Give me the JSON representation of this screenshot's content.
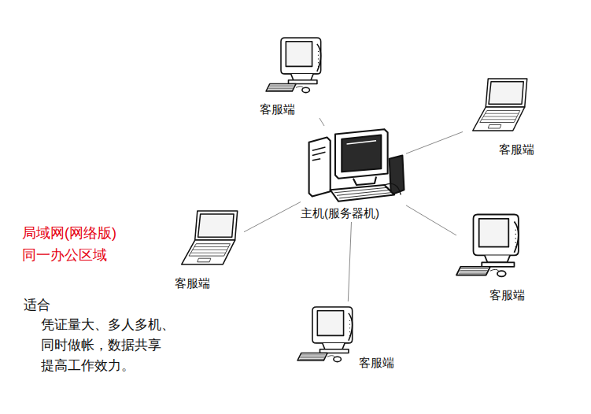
{
  "diagram": {
    "nodes": [
      {
        "text": [
          "客服端"
        ]
      },
      {
        "text": [
          "客服端"
        ]
      },
      {
        "text": [
          "主机(服务器机)"
        ]
      },
      {
        "text": [
          "客服端"
        ]
      },
      {
        "text": [
          "客服端"
        ]
      },
      {
        "text": [
          "客服端"
        ]
      }
    ],
    "edges": [
      {
        "from": 2,
        "to": 0,
        "arrow": "none"
      },
      {
        "from": 2,
        "to": 1,
        "arrow": "none"
      },
      {
        "from": 2,
        "to": 3,
        "arrow": "none"
      },
      {
        "from": 2,
        "to": 4,
        "arrow": "none"
      },
      {
        "from": 2,
        "to": 5,
        "arrow": "none"
      }
    ],
    "labels": [
      "局域网(网络版) 同一办公区域",
      "适合",
      "凭证量大、多人多机、 同时做帐，数据共享 提高工作效力。"
    ]
  }
}
